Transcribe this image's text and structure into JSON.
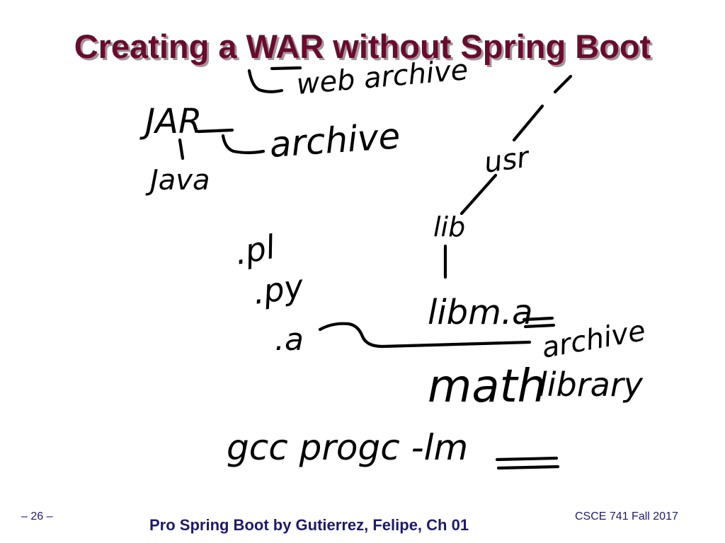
{
  "slide": {
    "title": "Creating a WAR without Spring Boot",
    "footer": {
      "page_number": "– 26 –",
      "source": "Pro Spring Boot by Gutierrez, Felipe, Ch 01",
      "course": "CSCE 741 Fall 2017"
    }
  },
  "handwriting": {
    "web_archive": "web archive",
    "jar": "JAR",
    "java": "Java",
    "archive": "archive",
    "usr": "usr",
    "lib": "lib",
    "ext_pl": ".pl",
    "ext_py": ".py",
    "ext_a": ".a",
    "libm": "libm.a",
    "archive2": "archive",
    "math": "math",
    "library": "library",
    "gcc_cmd": "gcc progc -lm"
  },
  "colors": {
    "title": "#6b0a2e",
    "title_shadow": "#9a9a9a",
    "footer": "#1f1a6b",
    "ink": "#000000"
  }
}
